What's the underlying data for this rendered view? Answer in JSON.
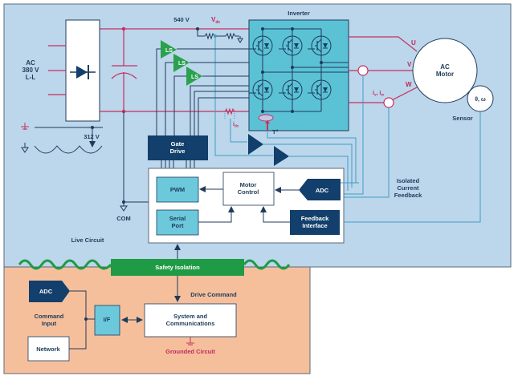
{
  "colors": {
    "live_bg": "#bcd6ec",
    "grounded_bg": "#f6bf9c",
    "inverter_fill": "#5bc2d6",
    "dark_block": "#123f6b",
    "light_block": "#6cc9dc",
    "safety_green": "#1f9a45",
    "ls_green": "#2aa14f",
    "power_line": "#c4305e",
    "signal_line": "#1f3b5a",
    "feedback_line": "#3f9ec2"
  },
  "live_circuit": {
    "label": "Live Circuit",
    "ac_input": {
      "line1": "AC",
      "line2": "380 V",
      "line3": "L-L"
    },
    "dc_bus_voltage": "540 V",
    "vdc_label": "V",
    "vdc_sub": "dc",
    "ripple_voltage": "312 V",
    "com_label": "COM",
    "inverter_label": "Inverter",
    "level_shifters": [
      "LS",
      "LS",
      "LS"
    ],
    "phases": [
      "U",
      "V",
      "W"
    ],
    "motor": {
      "line1": "AC",
      "line2": "Motor"
    },
    "sensor": {
      "symbol": "θ, ω",
      "label": "Sensor"
    },
    "phase_current_label": "i",
    "phase_current_sub": "v",
    "phase_current_label2": "i",
    "phase_current_sub2": "w",
    "dc_current_label": "i",
    "dc_current_sub": "dc",
    "temperature_label": "T°",
    "gate_drive": {
      "line1": "Gate",
      "line2": "Drive"
    },
    "controller": {
      "pwm": "PWM",
      "serial_port": {
        "line1": "Serial",
        "line2": "Port"
      },
      "motor_control": {
        "line1": "Motor",
        "line2": "Control"
      },
      "adc": "ADC",
      "feedback_interface": {
        "line1": "Feedback",
        "line2": "Interface"
      }
    },
    "isolated_feedback": {
      "line1": "Isolated",
      "line2": "Current",
      "line3": "Feedback"
    }
  },
  "safety_isolation": "Safety Isolation",
  "grounded_circuit": {
    "label": "Grounded Circuit",
    "adc": "ADC",
    "command_input": {
      "line1": "Command",
      "line2": "Input"
    },
    "network": "Network",
    "interface": "I/F",
    "system": {
      "line1": "System and",
      "line2": "Communications"
    },
    "drive_command": "Drive Command"
  }
}
